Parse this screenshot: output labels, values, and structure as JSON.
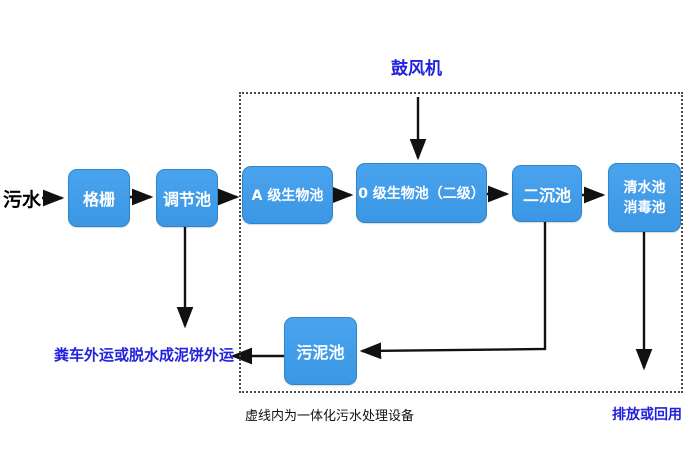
{
  "colors": {
    "node_fill": "#3b97e4",
    "node_fill_light": "#4aa3ee",
    "node_border": "#2e86c8",
    "node_text": "#ffffff",
    "accent_blue_text": "#2222dd",
    "line": "#111111"
  },
  "labels": {
    "influent": "污水",
    "blower": "鼓风机",
    "sludge_disposal": "粪车外运或脱水成泥饼外运",
    "discharge": "排放或回用",
    "caption": "虚线内为一体化污水处理设备"
  },
  "nodes": {
    "grille": {
      "label": "格栅"
    },
    "regulating_tank": {
      "label": "调节池"
    },
    "a_bio_tank": {
      "label": "A 级生物池"
    },
    "o_bio_tank": {
      "label": "0 级生物池（二级）"
    },
    "secondary_sedimentation_tank": {
      "label": "二沉池"
    },
    "clear_water_tank": {
      "line1": "清水池",
      "line2": "消毒池"
    },
    "sludge_tank": {
      "label": "污泥池"
    }
  }
}
